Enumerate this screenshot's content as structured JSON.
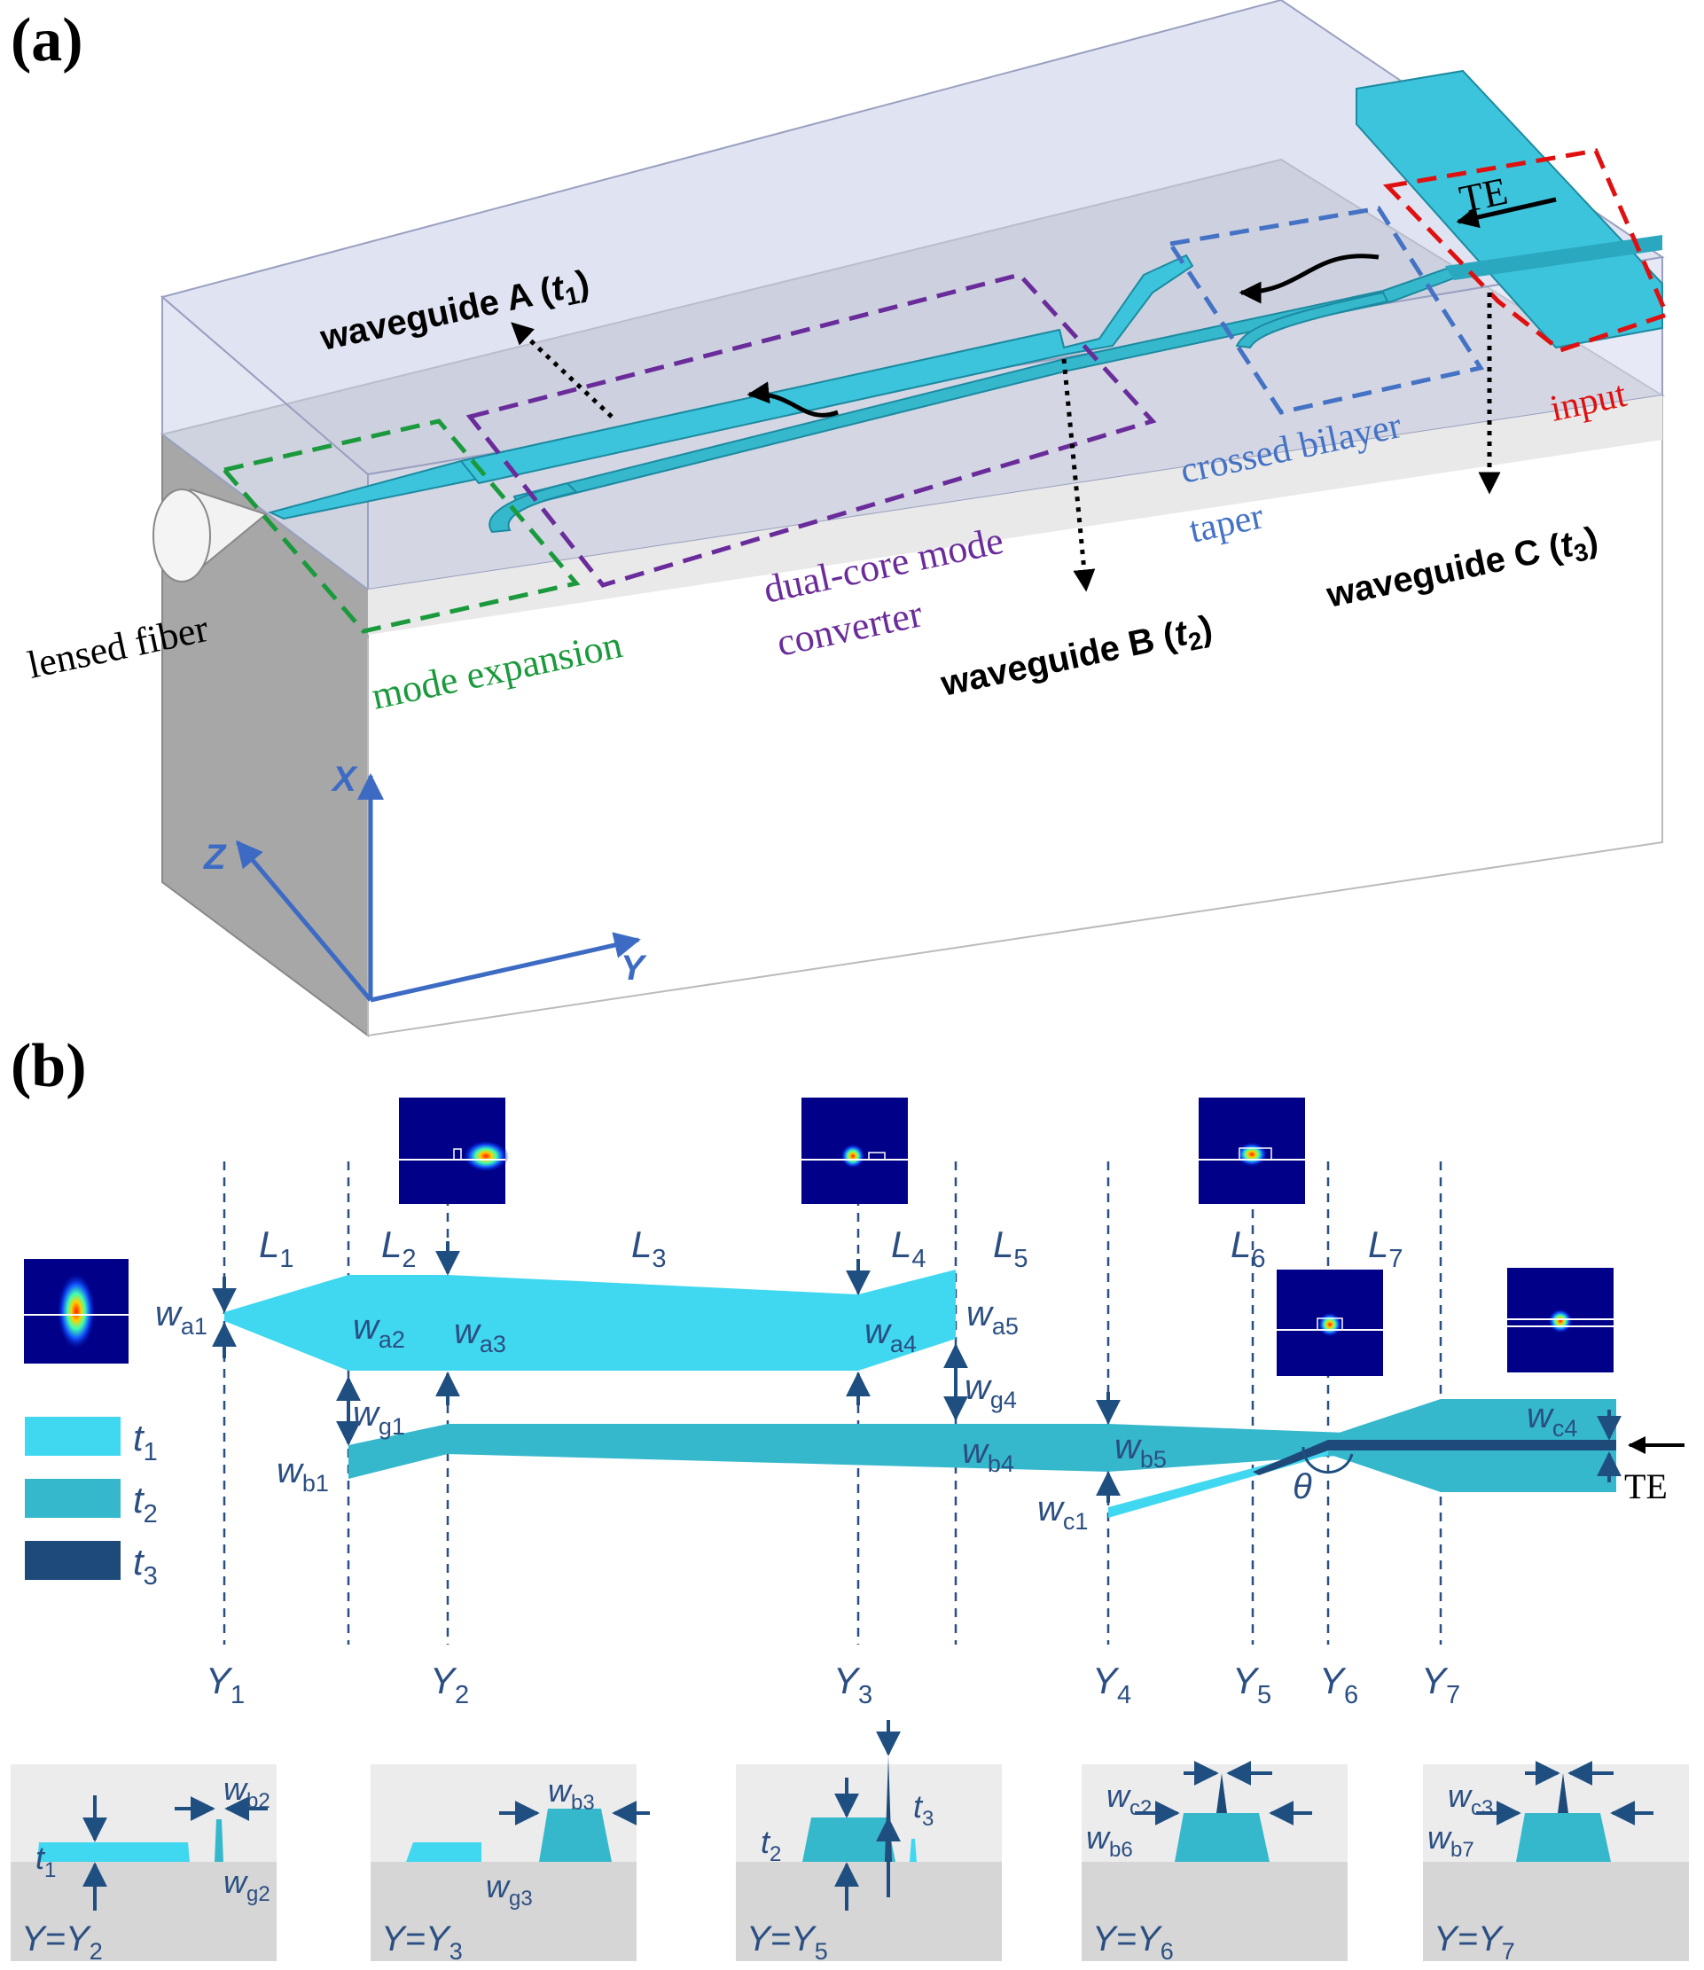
{
  "panel_a": {
    "label": "(a)",
    "waveguide_a": "waveguide A (",
    "waveguide_a_sym": "t",
    "waveguide_a_sub": "1",
    "waveguide_b": "waveguide B (",
    "waveguide_b_sym": "t",
    "waveguide_b_sub": "2",
    "waveguide_c": "waveguide C (",
    "waveguide_c_sym": "t",
    "waveguide_c_sub": "3",
    "close_paren": ")",
    "te": "TE",
    "input": "input",
    "crossed_bilayer": "crossed bilayer",
    "taper": "taper",
    "dual_core_1": "dual-core mode",
    "dual_core_2": "converter",
    "mode_expansion": "mode expansion",
    "lensed_fiber": "lensed fiber",
    "axis_x": "X",
    "axis_y": "Y",
    "axis_z": "Z",
    "colors": {
      "green": "#1a9a3c",
      "purple": "#6a2c9a",
      "blue": "#4472c4",
      "red": "#e01010",
      "waveguide": "#3cc4dc"
    }
  },
  "panel_b": {
    "label": "(b)",
    "lengths": [
      {
        "s": "L",
        "n": "1"
      },
      {
        "s": "L",
        "n": "2"
      },
      {
        "s": "L",
        "n": "3"
      },
      {
        "s": "L",
        "n": "4"
      },
      {
        "s": "L",
        "n": "5"
      },
      {
        "s": "L",
        "n": "6"
      },
      {
        "s": "L",
        "n": "7"
      }
    ],
    "positions": [
      {
        "s": "Y",
        "n": "1"
      },
      {
        "s": "Y",
        "n": "2"
      },
      {
        "s": "Y",
        "n": "3"
      },
      {
        "s": "Y",
        "n": "4"
      },
      {
        "s": "Y",
        "n": "5"
      },
      {
        "s": "Y",
        "n": "6"
      },
      {
        "s": "Y",
        "n": "7"
      }
    ],
    "widths": {
      "wa1": {
        "s": "w",
        "n": "a1"
      },
      "wa2": {
        "s": "w",
        "n": "a2"
      },
      "wa3": {
        "s": "w",
        "n": "a3"
      },
      "wa4": {
        "s": "w",
        "n": "a4"
      },
      "wa5": {
        "s": "w",
        "n": "a5"
      },
      "wg1": {
        "s": "w",
        "n": "g1"
      },
      "wg4": {
        "s": "w",
        "n": "g4"
      },
      "wb1": {
        "s": "w",
        "n": "b1"
      },
      "wb4": {
        "s": "w",
        "n": "b4"
      },
      "wb5": {
        "s": "w",
        "n": "b5"
      },
      "wc1": {
        "s": "w",
        "n": "c1"
      },
      "wc4": {
        "s": "w",
        "n": "c4"
      }
    },
    "theta": "θ",
    "te": "TE",
    "legend": [
      {
        "s": "t",
        "n": "1",
        "color": "#40d8f0"
      },
      {
        "s": "t",
        "n": "2",
        "color": "#36b8cc"
      },
      {
        "s": "t",
        "n": "3",
        "color": "#1e4a7a"
      }
    ],
    "cross_sections": [
      {
        "eq": "Y=Y",
        "n": "2",
        "l1": {
          "s": "w",
          "n": "b2"
        },
        "l2": {
          "s": "w",
          "n": "g2"
        },
        "l3": {
          "s": "t",
          "n": "1"
        }
      },
      {
        "eq": "Y=Y",
        "n": "3",
        "l1": {
          "s": "w",
          "n": "b3"
        },
        "l2": {
          "s": "w",
          "n": "g3"
        }
      },
      {
        "eq": "Y=Y",
        "n": "5",
        "l1": {
          "s": "t",
          "n": "3"
        },
        "l2": {
          "s": "t",
          "n": "2"
        }
      },
      {
        "eq": "Y=Y",
        "n": "6",
        "l1": {
          "s": "w",
          "n": "c2"
        },
        "l2": {
          "s": "w",
          "n": "b6"
        }
      },
      {
        "eq": "Y=Y",
        "n": "7",
        "l1": {
          "s": "w",
          "n": "c3"
        },
        "l2": {
          "s": "w",
          "n": "b7"
        }
      }
    ]
  }
}
